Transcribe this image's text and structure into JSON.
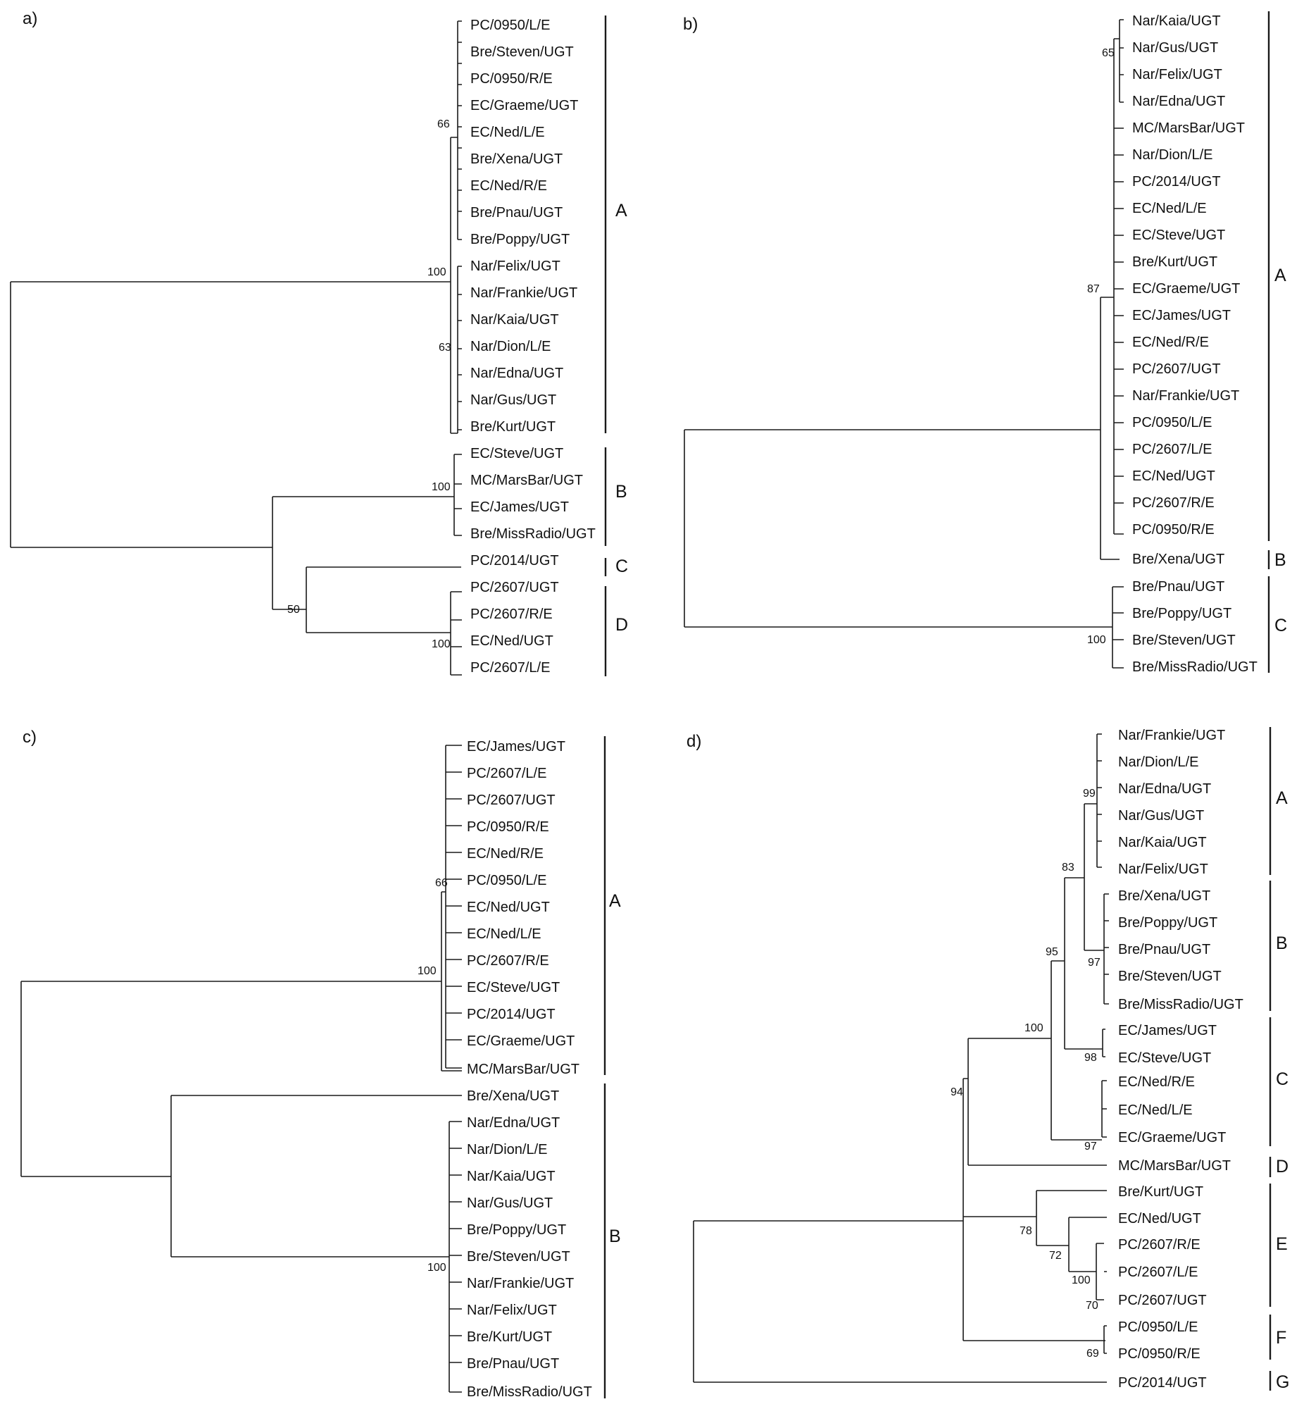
{
  "panels": [
    {
      "label": "a)",
      "taxa": [
        "PC/0950/L/E",
        "Bre/Steven/UGT",
        "PC/0950/R/E",
        "EC/Graeme/UGT",
        "EC/Ned/L/E",
        "Bre/Xena/UGT",
        "EC/Ned/R/E",
        "Bre/Pnau/UGT",
        "Bre/Poppy/UGT",
        "Nar/Felix/UGT",
        "Nar/Frankie/UGT",
        "Nar/Kaia/UGT",
        "Nar/Dion/L/E",
        "Nar/Edna/UGT",
        "Nar/Gus/UGT",
        "Bre/Kurt/UGT",
        "EC/Steve/UGT",
        "MC/MarsBar/UGT",
        "EC/James/UGT",
        "Bre/MissRadio/UGT",
        "PC/2014/UGT",
        "PC/2607/UGT",
        "PC/2607/R/E",
        "EC/Ned/UGT",
        "PC/2607/L/E"
      ],
      "support": [
        "66",
        "100",
        "63",
        "100",
        "50",
        "100"
      ],
      "clades": [
        "A",
        "B",
        "C",
        "D"
      ]
    },
    {
      "label": "b)",
      "taxa": [
        "Nar/Kaia/UGT",
        "Nar/Gus/UGT",
        "Nar/Felix/UGT",
        "Nar/Edna/UGT",
        "MC/MarsBar/UGT",
        "Nar/Dion/L/E",
        "PC/2014/UGT",
        "EC/Ned/L/E",
        "EC/Steve/UGT",
        "Bre/Kurt/UGT",
        "EC/Graeme/UGT",
        "EC/James/UGT",
        "EC/Ned/R/E",
        "PC/2607/UGT",
        "Nar/Frankie/UGT",
        "PC/0950/L/E",
        "PC/2607/L/E",
        "EC/Ned/UGT",
        "PC/2607/R/E",
        "PC/0950/R/E",
        "Bre/Xena/UGT",
        "Bre/Pnau/UGT",
        "Bre/Poppy/UGT",
        "Bre/Steven/UGT",
        "Bre/MissRadio/UGT"
      ],
      "support": [
        "65",
        "87",
        "100"
      ],
      "clades": [
        "A",
        "B",
        "C"
      ]
    },
    {
      "label": "c)",
      "taxa": [
        "EC/James/UGT",
        "PC/2607/L/E",
        "PC/2607/UGT",
        "PC/0950/R/E",
        "EC/Ned/R/E",
        "PC/0950/L/E",
        "EC/Ned/UGT",
        "EC/Ned/L/E",
        "PC/2607/R/E",
        "EC/Steve/UGT",
        "PC/2014/UGT",
        "EC/Graeme/UGT",
        "MC/MarsBar/UGT",
        "Bre/Xena/UGT",
        "Nar/Edna/UGT",
        "Nar/Dion/L/E",
        "Nar/Kaia/UGT",
        "Nar/Gus/UGT",
        "Bre/Poppy/UGT",
        "Bre/Steven/UGT",
        "Nar/Frankie/UGT",
        "Nar/Felix/UGT",
        "Bre/Kurt/UGT",
        "Bre/Pnau/UGT",
        "Bre/MissRadio/UGT"
      ],
      "support": [
        "66",
        "100",
        "100"
      ],
      "clades": [
        "A",
        "B"
      ]
    },
    {
      "label": "d)",
      "taxa": [
        "Nar/Frankie/UGT",
        "Nar/Dion/L/E",
        "Nar/Edna/UGT",
        "Nar/Gus/UGT",
        "Nar/Kaia/UGT",
        "Nar/Felix/UGT",
        "Bre/Xena/UGT",
        "Bre/Poppy/UGT",
        "Bre/Pnau/UGT",
        "Bre/Steven/UGT",
        "Bre/MissRadio/UGT",
        "EC/James/UGT",
        "EC/Steve/UGT",
        "EC/Ned/R/E",
        "EC/Ned/L/E",
        "EC/Graeme/UGT",
        "MC/MarsBar/UGT",
        "Bre/Kurt/UGT",
        "EC/Ned/UGT",
        "PC/2607/R/E",
        "PC/2607/L/E",
        "PC/2607/UGT",
        "PC/0950/L/E",
        "PC/0950/R/E",
        "PC/2014/UGT"
      ],
      "support": [
        "99",
        "83",
        "97",
        "95",
        "100",
        "98",
        "97",
        "94",
        "78",
        "72",
        "100",
        "70",
        "69"
      ],
      "clades": [
        "A",
        "B",
        "C",
        "D",
        "E",
        "F",
        "G"
      ]
    }
  ]
}
